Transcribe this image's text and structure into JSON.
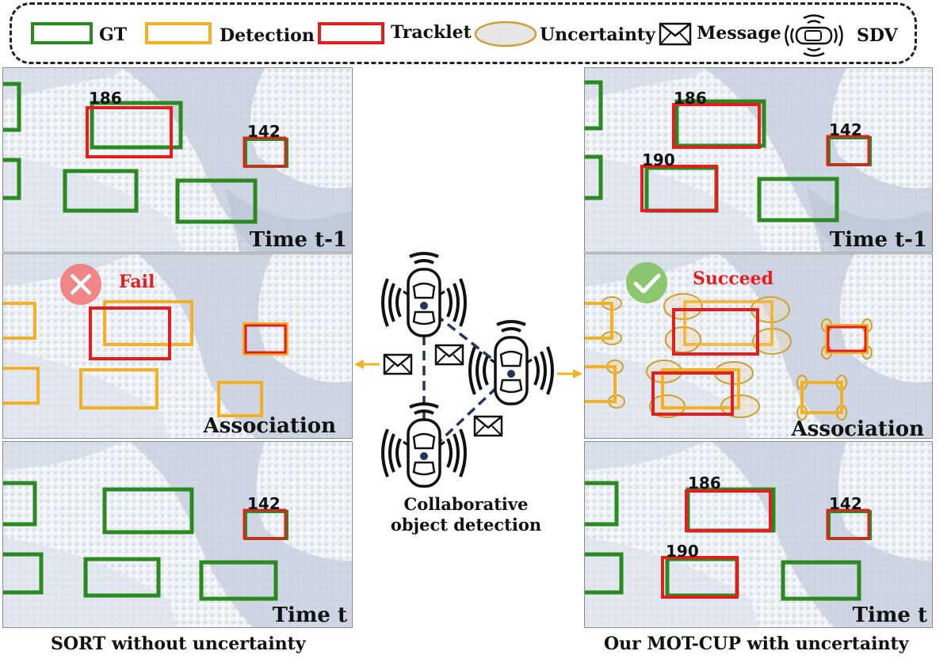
{
  "legend": {
    "gt": "GT",
    "detection": "Detection",
    "tracklet": "Tracklet",
    "uncertainty": "Uncertainty",
    "message": "Message",
    "sdv": "SDV"
  },
  "colors": {
    "gt": "#2a8a1f",
    "detection": "#f5b022",
    "tracklet": "#e51d1d",
    "uncertainty": "#c9a231",
    "arrow": "#f5b022",
    "link": "#23355a",
    "fail_badge": "#f27a7a",
    "success_badge": "#86c468"
  },
  "left": {
    "panel_top": {
      "time_label": "Time t-1",
      "ids": [
        "186",
        "142"
      ]
    },
    "panel_mid": {
      "status": "Fail",
      "label": "Association"
    },
    "panel_bottom": {
      "time_label": "Time t",
      "ids": [
        "142"
      ]
    },
    "caption": "SORT without uncertainty"
  },
  "right": {
    "panel_top": {
      "time_label": "Time t-1",
      "ids": [
        "186",
        "142",
        "190"
      ]
    },
    "panel_mid": {
      "status": "Succeed",
      "label": "Association"
    },
    "panel_bottom": {
      "time_label": "Time t",
      "ids": [
        "186",
        "142",
        "190"
      ]
    },
    "caption": "Our MOT-CUP with uncertainty"
  },
  "center": {
    "label_line1": "Collaborative",
    "label_line2": "object detection"
  },
  "icons": {
    "vehicle": "car-with-signal-waves-icon",
    "message": "envelope-icon",
    "fail": "cross-badge-icon",
    "success": "check-badge-icon"
  }
}
